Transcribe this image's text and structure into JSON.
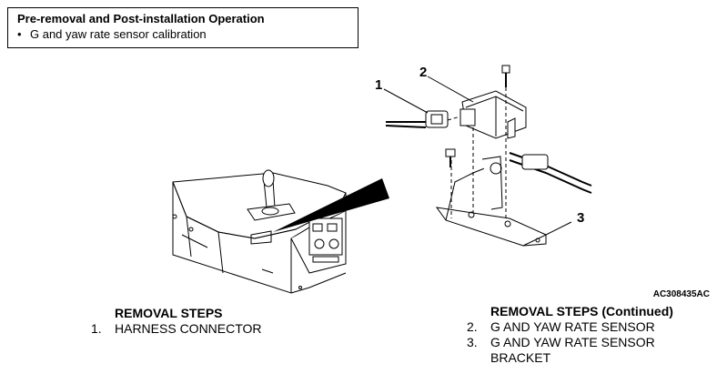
{
  "info_box": {
    "title": "Pre-removal and Post-installation Operation",
    "items": [
      "G and yaw rate sensor calibration"
    ]
  },
  "callouts": [
    "1",
    "2",
    "3"
  ],
  "figure_code": "AC308435AC",
  "removal_steps_left": {
    "heading": "REMOVAL STEPS",
    "steps": [
      {
        "num": "1.",
        "text": "HARNESS CONNECTOR"
      }
    ]
  },
  "removal_steps_right": {
    "heading": "REMOVAL STEPS (Continued)",
    "steps": [
      {
        "num": "2.",
        "text": "G AND YAW RATE SENSOR"
      },
      {
        "num": "3.",
        "text": "G AND YAW RATE SENSOR BRACKET"
      }
    ]
  }
}
